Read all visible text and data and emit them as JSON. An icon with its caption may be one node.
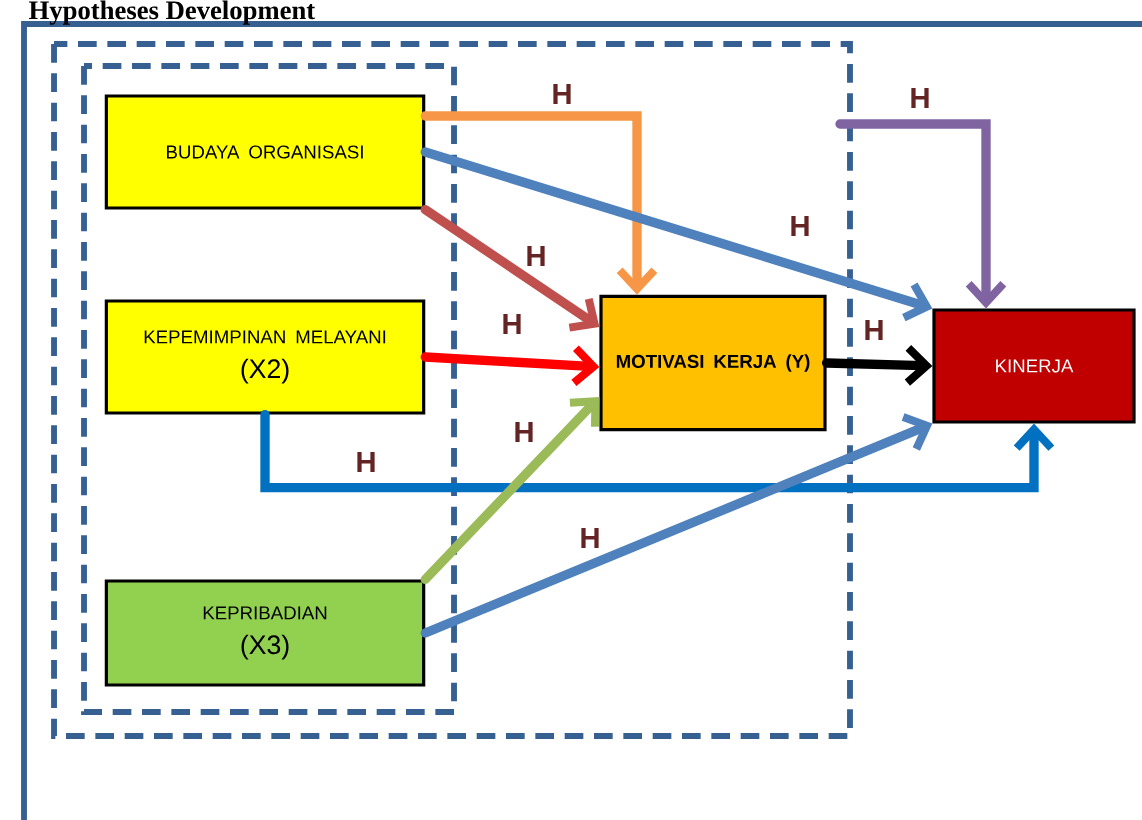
{
  "diagram": {
    "title": "Hypotheses Development",
    "nodes": [
      {
        "text": [
          "BUDAYA ORGANISASI"
        ]
      },
      {
        "text": [
          "KEPEMIMPINAN MELAYANI",
          "(X2)"
        ]
      },
      {
        "text": [
          "KEPRIBADIAN",
          "(X3)"
        ]
      },
      {
        "text": [
          "MOTIVASI KERJA (Y)"
        ]
      },
      {
        "text": [
          "KINERJA"
        ]
      }
    ],
    "edges": [
      {
        "from": 0,
        "to": 3,
        "arrow": "to",
        "label": "H",
        "color": "#f79646"
      },
      {
        "from": 0,
        "to": 3,
        "arrow": "to",
        "label": "H",
        "color": "#c0504d"
      },
      {
        "from": 0,
        "to": 4,
        "arrow": "to",
        "label": "H"
      },
      {
        "from": 1,
        "to": 3,
        "arrow": "to",
        "label": "H",
        "color": "#ff0000"
      },
      {
        "from": 1,
        "to": 4,
        "arrow": "to",
        "label": "H",
        "color": "#0070c0"
      },
      {
        "from": 2,
        "to": 3,
        "arrow": "to",
        "label": "H",
        "color": "#9bbb59"
      },
      {
        "from": 2,
        "to": 4,
        "arrow": "to",
        "label": "H"
      },
      {
        "from": 3,
        "to": 4,
        "arrow": "to",
        "label": "H",
        "color": "#000000"
      },
      {
        "from": null,
        "to": 4,
        "arrow": "to",
        "label": "H",
        "color": "#8064a2"
      }
    ]
  }
}
